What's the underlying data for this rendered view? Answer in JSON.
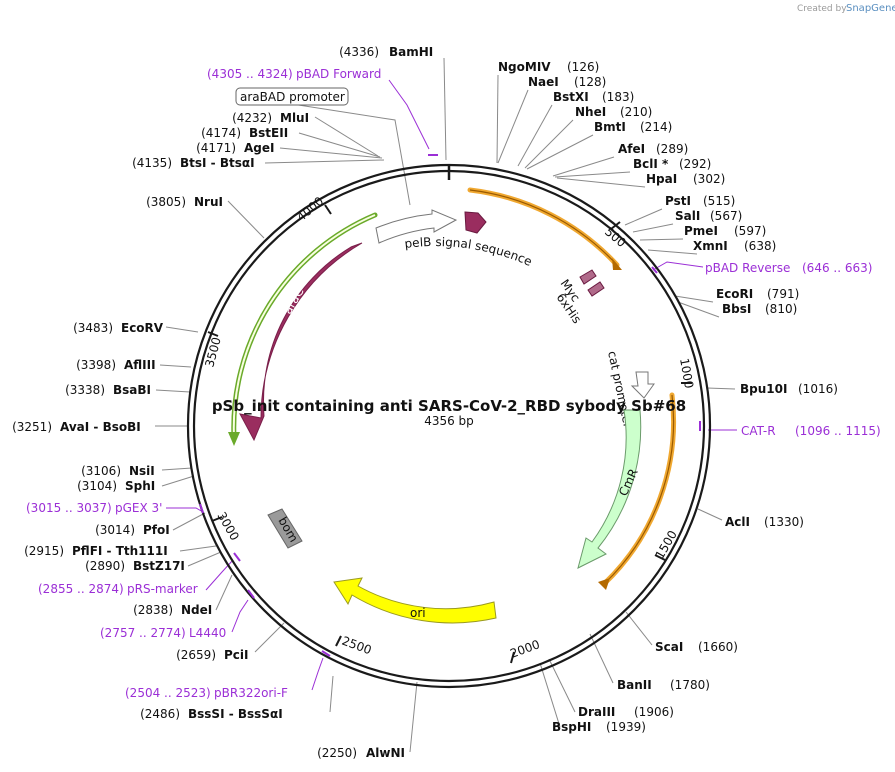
{
  "plasmid": {
    "name": "pSb_init containing  anti SARS-CoV-2_RBD sybody Sb#68",
    "length_label": "4356 bp"
  },
  "credit": {
    "prefix": "Created by",
    "brand": "SnapGene"
  },
  "ticks": [
    "500",
    "1000",
    "1500",
    "2000",
    "2500",
    "3000",
    "3500",
    "4000"
  ],
  "sites": [
    {
      "pos": "(4336)",
      "name": "BamHI"
    },
    {
      "pos": "(4232)",
      "name": "MluI"
    },
    {
      "pos": "(4174)",
      "name": "BstEII"
    },
    {
      "pos": "(4171)",
      "name": "AgeI"
    },
    {
      "pos": "(4135)",
      "name": "BtsI  -  BtsαI"
    },
    {
      "pos": "(3805)",
      "name": "NruI"
    },
    {
      "pos": "(3483)",
      "name": "EcoRV"
    },
    {
      "pos": "(3398)",
      "name": "AflIII"
    },
    {
      "pos": "(3338)",
      "name": "BsaBI"
    },
    {
      "pos": "(3251)",
      "name": "AvaI   -  BsoBI"
    },
    {
      "pos": "(3106)",
      "name": "NsiI"
    },
    {
      "pos": "(3104)",
      "name": "SphI"
    },
    {
      "pos": "(3014)",
      "name": "PfoI"
    },
    {
      "pos": "(2915)",
      "name": "PflFI  -  Tth111I"
    },
    {
      "pos": "(2890)",
      "name": "BstZ17I"
    },
    {
      "pos": "(2838)",
      "name": "NdeI"
    },
    {
      "pos": "(2659)",
      "name": "PciI"
    },
    {
      "pos": "(2486)",
      "name": "BssSI  -  BssSαI"
    },
    {
      "pos": "(2250)",
      "name": "AlwNI"
    },
    {
      "pos": "(126)",
      "name": "NgoMIV"
    },
    {
      "pos": "(128)",
      "name": "NaeI"
    },
    {
      "pos": "(183)",
      "name": "BstXI"
    },
    {
      "pos": "(210)",
      "name": "NheI"
    },
    {
      "pos": "(214)",
      "name": "BmtI"
    },
    {
      "pos": "(289)",
      "name": "AfeI"
    },
    {
      "pos": "(292)",
      "name": "BclI *"
    },
    {
      "pos": "(302)",
      "name": "HpaI"
    },
    {
      "pos": "(515)",
      "name": "PstI"
    },
    {
      "pos": "(567)",
      "name": "SalI"
    },
    {
      "pos": "(597)",
      "name": "PmeI"
    },
    {
      "pos": "(638)",
      "name": "XmnI"
    },
    {
      "pos": "(791)",
      "name": "EcoRI"
    },
    {
      "pos": "(810)",
      "name": "BbsI"
    },
    {
      "pos": "(1016)",
      "name": "Bpu10I"
    },
    {
      "pos": "(1330)",
      "name": "AclI"
    },
    {
      "pos": "(1660)",
      "name": "ScaI"
    },
    {
      "pos": "(1780)",
      "name": "BanII"
    },
    {
      "pos": "(1906)",
      "name": "DraIII"
    },
    {
      "pos": "(1939)",
      "name": "BspHI"
    }
  ],
  "primers": [
    {
      "range": "(4305 .. 4324)",
      "name": "pBAD Forward"
    },
    {
      "range": "(646 .. 663)",
      "name": "pBAD Reverse"
    },
    {
      "range": "(1096 .. 1115)",
      "name": "CAT-R"
    },
    {
      "range": "(3015 .. 3037)",
      "name": "pGEX 3'"
    },
    {
      "range": "(2855 .. 2874)",
      "name": "pRS-marker"
    },
    {
      "range": "(2757 .. 2774)",
      "name": "L4440"
    },
    {
      "range": "(2504 .. 2523)",
      "name": "pBR322ori-F"
    }
  ],
  "features": {
    "promoter_box": "araBAD promoter",
    "pelB": "pelB signal sequence",
    "myc": "Myc",
    "his": "6xHis",
    "cat_promoter": "cat promoter",
    "cmr": "CmR",
    "ori": "ori",
    "bom": "bom",
    "arac": "araC"
  },
  "colors": {
    "backbone": "#1a1a1a",
    "araC": "#9a2d5f",
    "araC_outline": "#6aaa2a",
    "sybody_outline": "#f0a830",
    "pelB": "#9a2d5f",
    "tags": "#b06a8a",
    "CmR": "#ccffcc",
    "ori": "#ffff00",
    "bom": "#999999",
    "primer": "#9b2fd6"
  }
}
